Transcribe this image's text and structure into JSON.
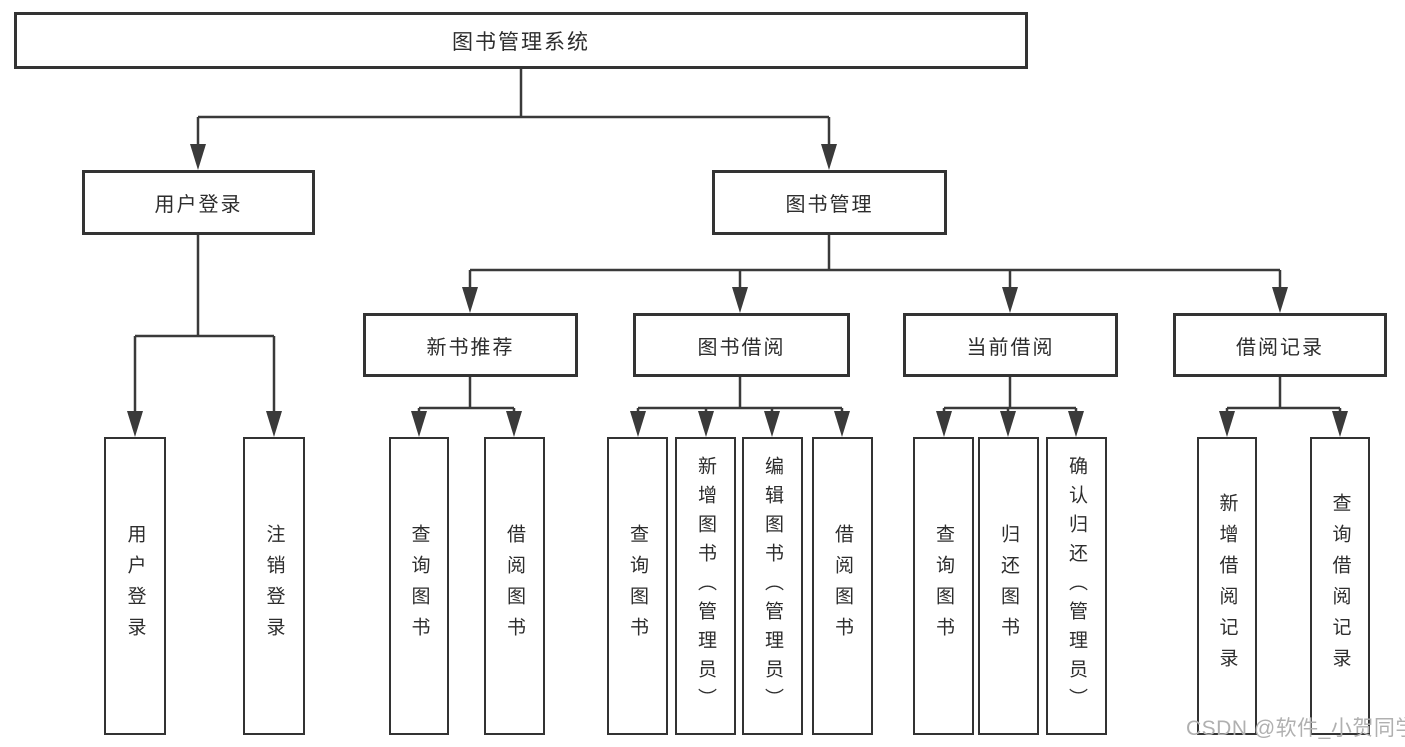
{
  "diagram_title": "图书管理系统",
  "tree": {
    "label": "图书管理系统",
    "children": [
      {
        "label": "用户登录",
        "children": [
          {
            "label": "用户登录"
          },
          {
            "label": "注销登录"
          }
        ]
      },
      {
        "label": "图书管理",
        "children": [
          {
            "label": "新书推荐",
            "children": [
              {
                "label": "查询图书"
              },
              {
                "label": "借阅图书"
              }
            ]
          },
          {
            "label": "图书借阅",
            "children": [
              {
                "label": "查询图书"
              },
              {
                "label": "新增图书（管理员）"
              },
              {
                "label": "编辑图书（管理员）"
              },
              {
                "label": "借阅图书"
              }
            ]
          },
          {
            "label": "当前借阅",
            "children": [
              {
                "label": "查询图书"
              },
              {
                "label": "归还图书"
              },
              {
                "label": "确认归还（管理员）"
              }
            ]
          },
          {
            "label": "借阅记录",
            "children": [
              {
                "label": "新增借阅记录"
              },
              {
                "label": "查询借阅记录"
              }
            ]
          }
        ]
      }
    ]
  },
  "watermark": "CSDN @软件_小贺同学",
  "colors": {
    "line": "#3a3a3a",
    "box_border": "#333333",
    "text": "#2d2d2d",
    "watermark": "#b0b0b0",
    "background": "#ffffff"
  }
}
